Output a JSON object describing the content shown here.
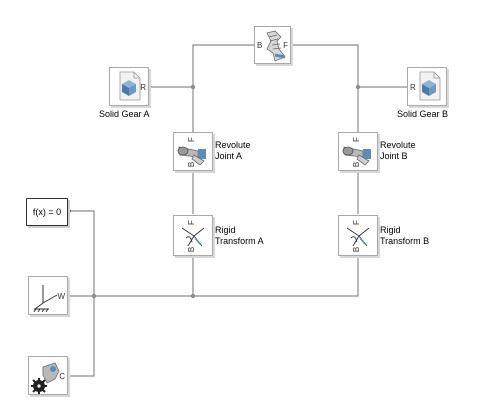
{
  "blocks": {
    "gear_constraint": {
      "port_left": "B",
      "port_right": "F"
    },
    "solid_gear_a": {
      "label": "Solid Gear A",
      "port": "R"
    },
    "solid_gear_b": {
      "label": "Solid Gear B",
      "port": "R"
    },
    "revolute_a": {
      "label_line1": "Revolute",
      "label_line2": "Joint A",
      "port_top": "F",
      "port_bottom": "B"
    },
    "revolute_b": {
      "label_line1": "Revolute",
      "label_line2": "Joint B",
      "port_top": "F",
      "port_bottom": "B"
    },
    "rigid_a": {
      "label_line1": "Rigid",
      "label_line2": "Transform A",
      "port_top": "F",
      "port_bottom": "B"
    },
    "rigid_b": {
      "label_line1": "Rigid",
      "label_line2": "Transform B",
      "port_top": "F",
      "port_bottom": "B"
    },
    "solver": {
      "text": "f(x) = 0"
    },
    "world_frame": {
      "port": "W"
    },
    "mech_config": {
      "port": "C"
    }
  },
  "icons": {
    "gear_constraint": "gear-constraint-icon",
    "solid": "solid-cube-icon",
    "revolute": "revolute-joint-icon",
    "rigid": "rigid-transform-icon",
    "world": "world-frame-icon",
    "config": "mechanism-config-icon"
  },
  "colors": {
    "wire": "#8c8c8c",
    "block_border": "#a9a9a9",
    "icon_blue": "#5b8db8"
  }
}
